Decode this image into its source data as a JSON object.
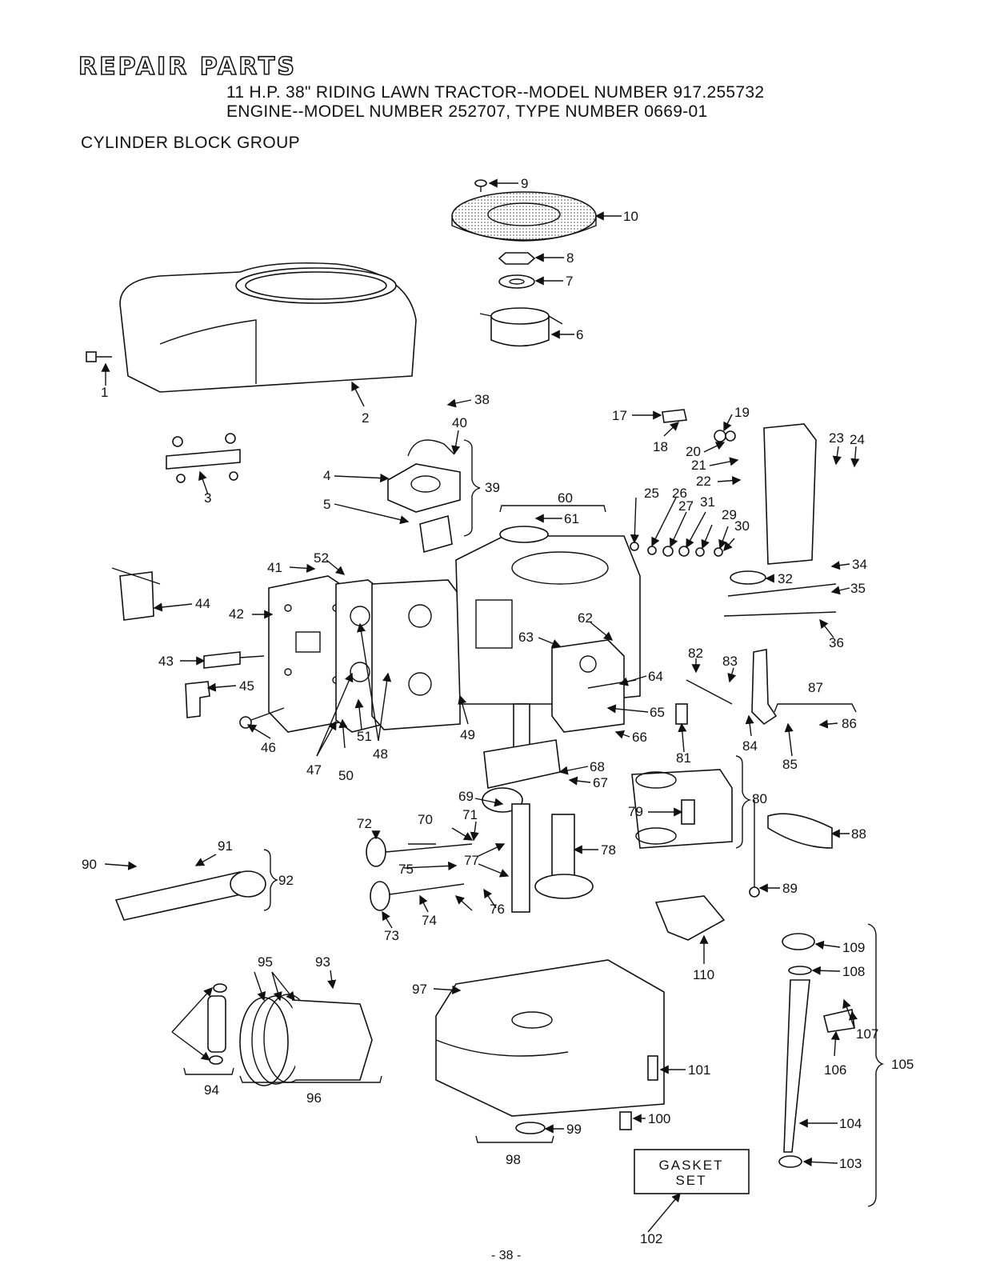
{
  "header": {
    "title": "REPAIR PARTS",
    "line1": "11 H.P. 38\" RIDING LAWN TRACTOR--MODEL NUMBER 917.255732",
    "line2": "ENGINE--MODEL NUMBER 252707, TYPE NUMBER 0669-01",
    "group": "CYLINDER BLOCK GROUP"
  },
  "gasket_box": {
    "line1": "GASKET",
    "line2": "SET"
  },
  "page_number": "- 38 -",
  "callouts": [
    "1",
    "2",
    "3",
    "4",
    "5",
    "6",
    "7",
    "8",
    "9",
    "10",
    "17",
    "18",
    "19",
    "20",
    "21",
    "22",
    "23",
    "24",
    "25",
    "26",
    "27",
    "29",
    "30",
    "31",
    "32",
    "34",
    "35",
    "36",
    "38",
    "39",
    "40",
    "41",
    "42",
    "43",
    "44",
    "45",
    "46",
    "47",
    "48",
    "49",
    "50",
    "51",
    "52",
    "60",
    "61",
    "62",
    "63",
    "64",
    "65",
    "66",
    "67",
    "68",
    "69",
    "70",
    "71",
    "72",
    "73",
    "74",
    "75",
    "76",
    "77",
    "78",
    "79",
    "80",
    "81",
    "82",
    "83",
    "84",
    "85",
    "86",
    "87",
    "88",
    "89",
    "90",
    "91",
    "92",
    "93",
    "94",
    "95",
    "96",
    "97",
    "98",
    "99",
    "100",
    "101",
    "102",
    "103",
    "104",
    "105",
    "106",
    "107",
    "108",
    "109",
    "110"
  ]
}
